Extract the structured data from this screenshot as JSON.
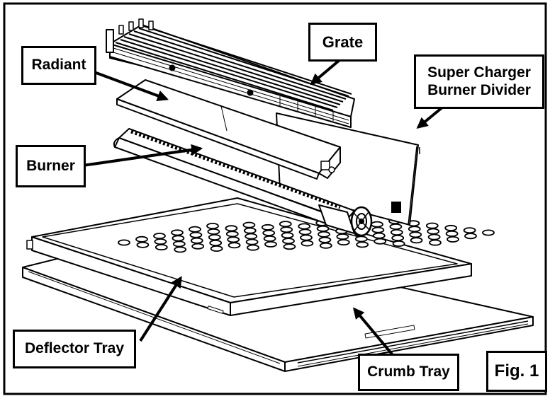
{
  "figure": {
    "labels": {
      "grate": "Grate",
      "radiant": "Radiant",
      "burner": "Burner",
      "divider_line1": "Super Charger",
      "divider_line2": "Burner Divider",
      "deflector_tray": "Deflector Tray",
      "crumb_tray": "Crumb Tray",
      "fig": "Fig. 1"
    }
  }
}
